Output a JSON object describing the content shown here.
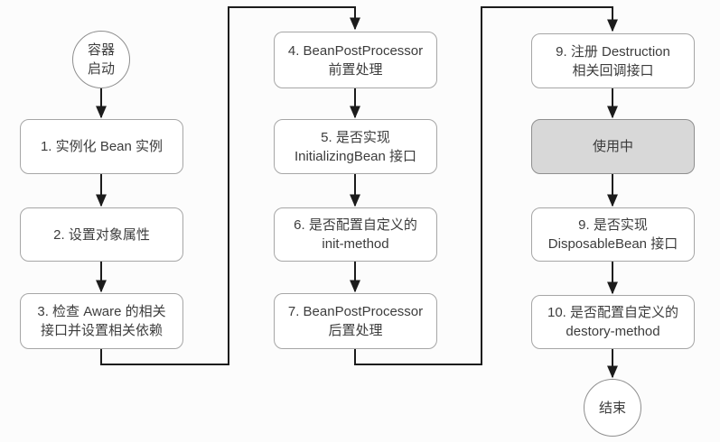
{
  "colors": {
    "background": "#fcfcfc",
    "node_border": "#a6a6a6",
    "node_fill": "#ffffff",
    "highlight_fill": "#d8d8d8",
    "highlight_border": "#8f8f8f",
    "circle_border": "#8f8f8f",
    "arrow": "#1c1c1c",
    "text": "#3c3c3c"
  },
  "nodes": {
    "start": {
      "label": "容器\n启动",
      "shape": "circle"
    },
    "step1": {
      "label": "1. 实例化 Bean 实例",
      "shape": "rounded-rect"
    },
    "step2": {
      "label": "2. 设置对象属性",
      "shape": "rounded-rect"
    },
    "step3": {
      "label": "3. 检查 Aware 的相关\n接口并设置相关依赖",
      "shape": "rounded-rect"
    },
    "step4": {
      "label": "4. BeanPostProcessor\n前置处理",
      "shape": "rounded-rect"
    },
    "step5": {
      "label": "5. 是否实现\nInitializingBean 接口",
      "shape": "rounded-rect"
    },
    "step6": {
      "label": "6. 是否配置自定义的\ninit-method",
      "shape": "rounded-rect"
    },
    "step7": {
      "label": "7. BeanPostProcessor\n后置处理",
      "shape": "rounded-rect"
    },
    "step9_register": {
      "label": "9. 注册 Destruction\n相关回调接口",
      "shape": "rounded-rect"
    },
    "in_use": {
      "label": "使用中",
      "shape": "rounded-rect",
      "highlighted": true
    },
    "step9_disposable": {
      "label": "9. 是否实现\nDisposableBean 接口",
      "shape": "rounded-rect"
    },
    "step10": {
      "label": "10. 是否配置自定义的\ndestory-method",
      "shape": "rounded-rect"
    },
    "end": {
      "label": "结束",
      "shape": "circle"
    }
  }
}
